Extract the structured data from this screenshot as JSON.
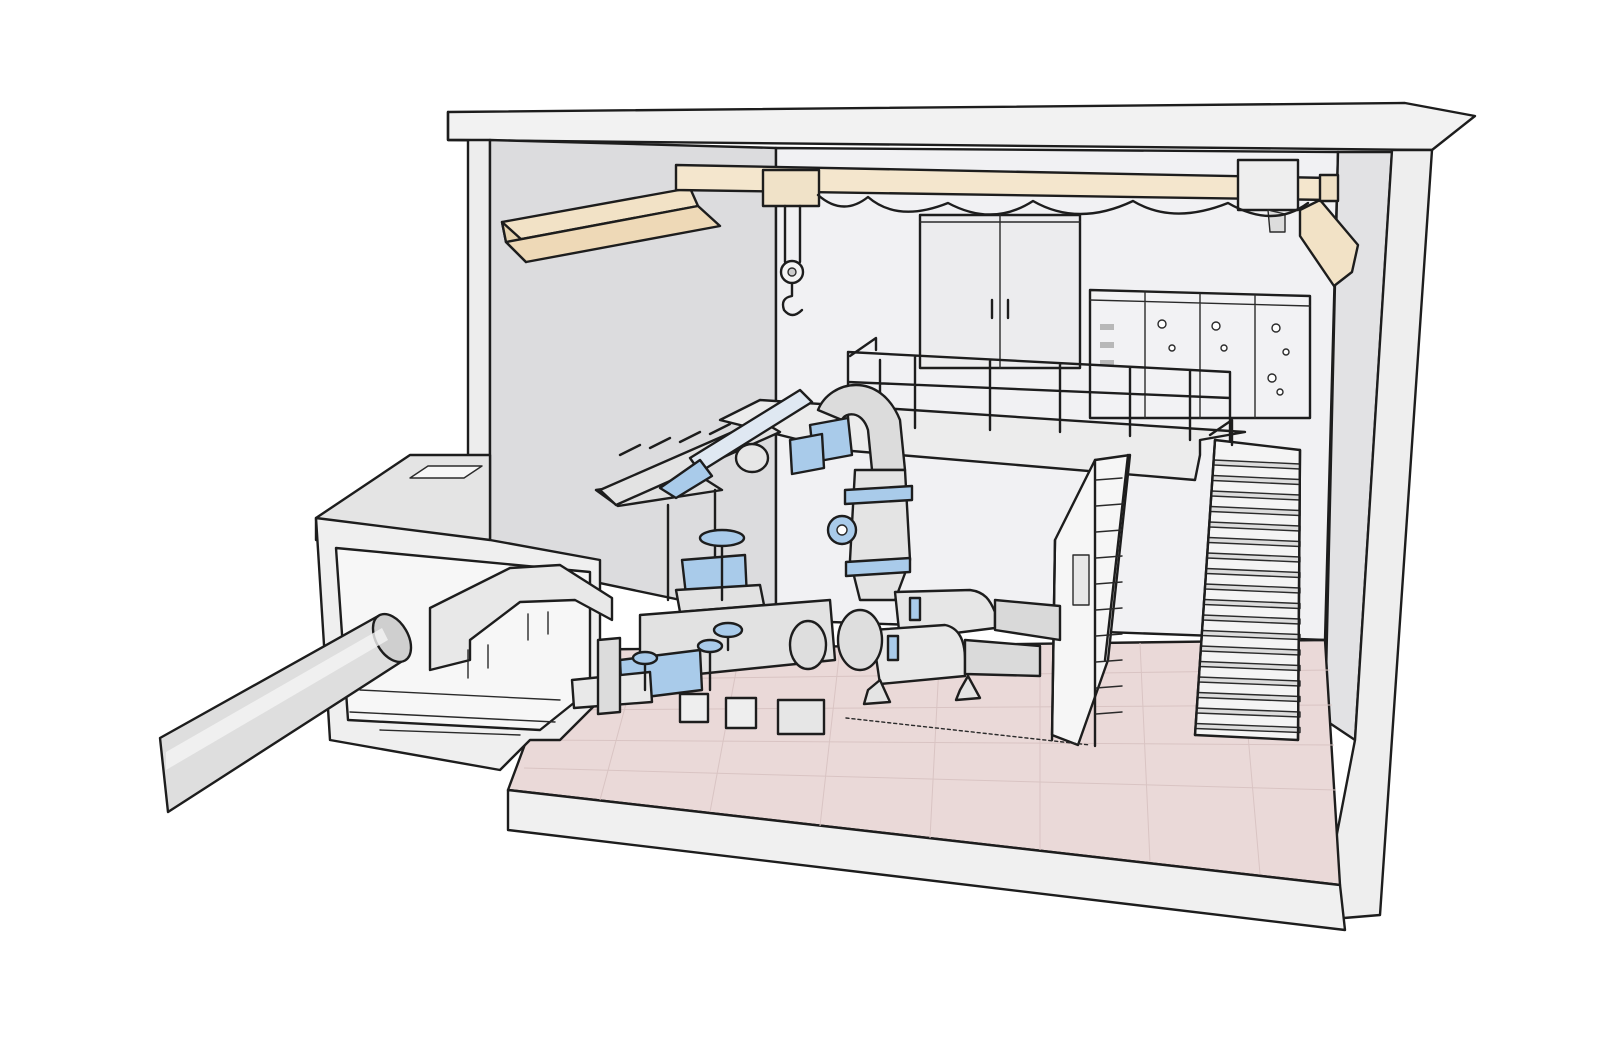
{
  "scene": {
    "colors": {
      "concrete": "#ececec",
      "concrete_dark": "#d6d6d6",
      "interior_wall": "#e4e4e6",
      "back_wall": "#f0f0f2",
      "floor": "#ead9d8",
      "crane_beam": "#f3e6cf",
      "pipe_highlight": "#a9cbea",
      "equipment": "#e6e6e6",
      "outline": "#1d1d1d"
    },
    "components": [
      "building-shell",
      "overhead-crane",
      "crane-hook",
      "control-cabinets",
      "electrical-panel",
      "mezzanine-railing",
      "staircase",
      "access-ladder",
      "inlet-pipe",
      "inlet-channel",
      "pump-motor-units",
      "discharge-piping",
      "gate-valves",
      "pipe-support-rack"
    ]
  }
}
